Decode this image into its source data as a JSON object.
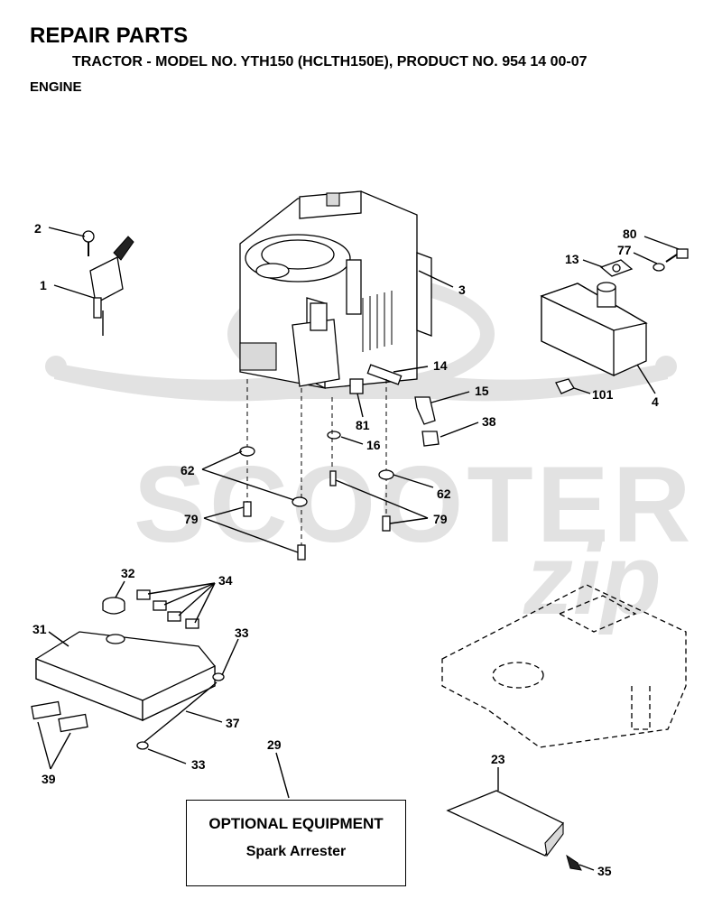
{
  "header": {
    "title": "REPAIR PARTS",
    "subtitle": "TRACTOR - MODEL NO. YTH150 (HCLTH150E), PRODUCT NO. 954 14 00-07",
    "section": "ENGINE"
  },
  "watermark": {
    "text": "SCOOTER",
    "script": "zip",
    "color": "#d8d8d8"
  },
  "callouts": [
    {
      "id": "1",
      "label": "1"
    },
    {
      "id": "2",
      "label": "2"
    },
    {
      "id": "3",
      "label": "3"
    },
    {
      "id": "4",
      "label": "4"
    },
    {
      "id": "13",
      "label": "13"
    },
    {
      "id": "14",
      "label": "14"
    },
    {
      "id": "15",
      "label": "15"
    },
    {
      "id": "16",
      "label": "16"
    },
    {
      "id": "23",
      "label": "23"
    },
    {
      "id": "29",
      "label": "29"
    },
    {
      "id": "31",
      "label": "31"
    },
    {
      "id": "32",
      "label": "32"
    },
    {
      "id": "33a",
      "label": "33"
    },
    {
      "id": "33b",
      "label": "33"
    },
    {
      "id": "34",
      "label": "34"
    },
    {
      "id": "35",
      "label": "35"
    },
    {
      "id": "37",
      "label": "37"
    },
    {
      "id": "38",
      "label": "38"
    },
    {
      "id": "39",
      "label": "39"
    },
    {
      "id": "62a",
      "label": "62"
    },
    {
      "id": "62b",
      "label": "62"
    },
    {
      "id": "77",
      "label": "77"
    },
    {
      "id": "79a",
      "label": "79"
    },
    {
      "id": "79b",
      "label": "79"
    },
    {
      "id": "80",
      "label": "80"
    },
    {
      "id": "81",
      "label": "81"
    },
    {
      "id": "101",
      "label": "101"
    }
  ],
  "optional_equipment": {
    "title": "OPTIONAL EQUIPMENT",
    "item": "Spark Arrester"
  }
}
